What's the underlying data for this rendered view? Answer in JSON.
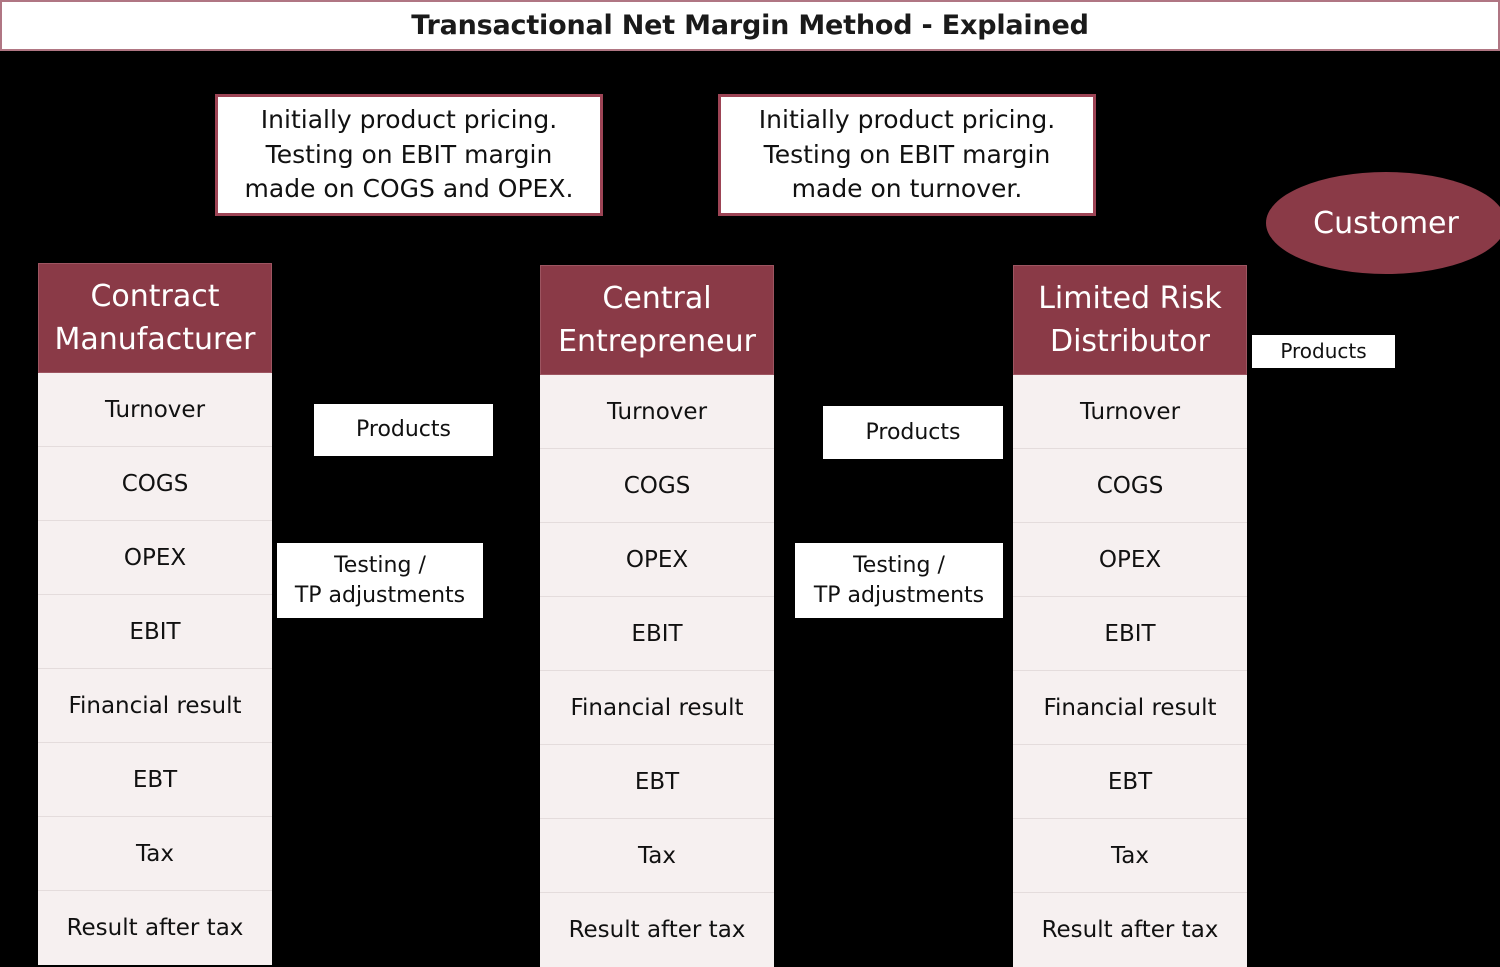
{
  "title": {
    "text": "Transactional Net Margin Method - Explained"
  },
  "colors": {
    "accent_maroon": "#8A3A47",
    "callout_border": "#9D4455",
    "row_background": "#F6F0F0",
    "canvas_background": "#000000",
    "title_border": "#B07683"
  },
  "callouts": [
    {
      "id": "callout-left",
      "text": "Initially product pricing. Testing on EBIT margin made on COGS and OPEX."
    },
    {
      "id": "callout-right",
      "text": "Initially product pricing. Testing on EBIT margin made on turnover."
    }
  ],
  "entities": [
    {
      "id": "contract-manufacturer",
      "header": "Contract Manufacturer",
      "rows": [
        "Turnover",
        "COGS",
        "OPEX",
        "EBIT",
        "Financial result",
        "EBT",
        "Tax",
        "Result after tax"
      ]
    },
    {
      "id": "central-entrepreneur",
      "header": "Central Entrepreneur",
      "rows": [
        "Turnover",
        "COGS",
        "OPEX",
        "EBIT",
        "Financial result",
        "EBT",
        "Tax",
        "Result after tax"
      ]
    },
    {
      "id": "limited-risk-distributor",
      "header": "Limited Risk Distributor",
      "rows": [
        "Turnover",
        "COGS",
        "OPEX",
        "EBIT",
        "Financial result",
        "EBT",
        "Tax",
        "Result after tax"
      ]
    }
  ],
  "flow_labels": {
    "products_1": "Products",
    "products_2": "Products",
    "products_3": "Products",
    "testing_1": "Testing / TP adjustments",
    "testing_2": "Testing / TP adjustments",
    "testing_line_1": "Testing /",
    "testing_line_2": "TP adjustments"
  },
  "customer": {
    "label": "Customer"
  }
}
